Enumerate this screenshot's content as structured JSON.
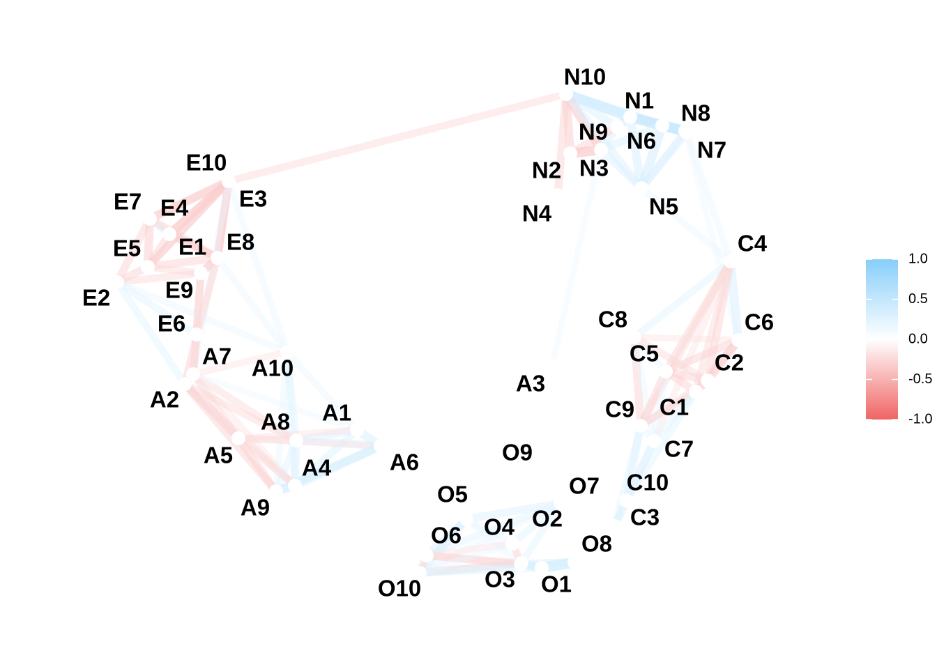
{
  "legend": {
    "ticks": [
      "1.0",
      "0.5",
      "0.0",
      "-0.5",
      "-1.0"
    ],
    "tick_values": [
      1.0,
      0.5,
      0.0,
      -0.5,
      -1.0
    ],
    "colors": {
      "positive": "#87cefa",
      "zero": "#ffffff",
      "negative": "#f06464"
    }
  },
  "nodes": [
    {
      "id": "N10",
      "label": "N10"
    },
    {
      "id": "N1",
      "label": "N1"
    },
    {
      "id": "N8",
      "label": "N8"
    },
    {
      "id": "N9",
      "label": "N9"
    },
    {
      "id": "N6",
      "label": "N6"
    },
    {
      "id": "N7",
      "label": "N7"
    },
    {
      "id": "N2",
      "label": "N2"
    },
    {
      "id": "N3",
      "label": "N3"
    },
    {
      "id": "N4",
      "label": "N4"
    },
    {
      "id": "N5",
      "label": "N5"
    },
    {
      "id": "E10",
      "label": "E10"
    },
    {
      "id": "E3",
      "label": "E3"
    },
    {
      "id": "E7",
      "label": "E7"
    },
    {
      "id": "E4",
      "label": "E4"
    },
    {
      "id": "E5",
      "label": "E5"
    },
    {
      "id": "E1",
      "label": "E1"
    },
    {
      "id": "E8",
      "label": "E8"
    },
    {
      "id": "E2",
      "label": "E2"
    },
    {
      "id": "E9",
      "label": "E9"
    },
    {
      "id": "E6",
      "label": "E6"
    },
    {
      "id": "A7",
      "label": "A7"
    },
    {
      "id": "A10",
      "label": "A10"
    },
    {
      "id": "A2",
      "label": "A2"
    },
    {
      "id": "A1",
      "label": "A1"
    },
    {
      "id": "A8",
      "label": "A8"
    },
    {
      "id": "A5",
      "label": "A5"
    },
    {
      "id": "A6",
      "label": "A6"
    },
    {
      "id": "A4",
      "label": "A4"
    },
    {
      "id": "A9",
      "label": "A9"
    },
    {
      "id": "A3",
      "label": "A3"
    },
    {
      "id": "C4",
      "label": "C4"
    },
    {
      "id": "C8",
      "label": "C8"
    },
    {
      "id": "C6",
      "label": "C6"
    },
    {
      "id": "C5",
      "label": "C5"
    },
    {
      "id": "C2",
      "label": "C2"
    },
    {
      "id": "C9",
      "label": "C9"
    },
    {
      "id": "C1",
      "label": "C1"
    },
    {
      "id": "C7",
      "label": "C7"
    },
    {
      "id": "C10",
      "label": "C10"
    },
    {
      "id": "C3",
      "label": "C3"
    },
    {
      "id": "O9",
      "label": "O9"
    },
    {
      "id": "O5",
      "label": "O5"
    },
    {
      "id": "O7",
      "label": "O7"
    },
    {
      "id": "O4",
      "label": "O4"
    },
    {
      "id": "O2",
      "label": "O2"
    },
    {
      "id": "O6",
      "label": "O6"
    },
    {
      "id": "O8",
      "label": "O8"
    },
    {
      "id": "O3",
      "label": "O3"
    },
    {
      "id": "O1",
      "label": "O1"
    },
    {
      "id": "O10",
      "label": "O10"
    }
  ],
  "edges": [
    {
      "from": "N10",
      "to": "E10",
      "weight": -0.25
    },
    {
      "from": "N10",
      "to": "N1",
      "weight": 0.5
    },
    {
      "from": "N10",
      "to": "N6",
      "weight": 0.4
    },
    {
      "from": "N10",
      "to": "N9",
      "weight": 0.3
    },
    {
      "from": "N10",
      "to": "N3",
      "weight": -0.4
    },
    {
      "from": "N10",
      "to": "N2",
      "weight": -0.35
    },
    {
      "from": "N10",
      "to": "N4",
      "weight": -0.3
    },
    {
      "from": "N10",
      "to": "N5",
      "weight": 0.3
    },
    {
      "from": "N1",
      "to": "N6",
      "weight": 0.5
    },
    {
      "from": "N1",
      "to": "N8",
      "weight": 0.45
    },
    {
      "from": "N1",
      "to": "N7",
      "weight": 0.4
    },
    {
      "from": "N1",
      "to": "N9",
      "weight": 0.4
    },
    {
      "from": "N1",
      "to": "N5",
      "weight": 0.35
    },
    {
      "from": "N6",
      "to": "N8",
      "weight": 0.5
    },
    {
      "from": "N6",
      "to": "N7",
      "weight": 0.45
    },
    {
      "from": "N6",
      "to": "N5",
      "weight": 0.4
    },
    {
      "from": "N6",
      "to": "N3",
      "weight": 0.3
    },
    {
      "from": "N8",
      "to": "N7",
      "weight": 0.4
    },
    {
      "from": "N8",
      "to": "N5",
      "weight": 0.3
    },
    {
      "from": "N7",
      "to": "N5",
      "weight": 0.3
    },
    {
      "from": "N9",
      "to": "N3",
      "weight": 0.3
    },
    {
      "from": "N2",
      "to": "N3",
      "weight": -0.45
    },
    {
      "from": "N2",
      "to": "N9",
      "weight": -0.3
    },
    {
      "from": "N3",
      "to": "N5",
      "weight": 0.3
    },
    {
      "from": "N3",
      "to": "A3",
      "weight": 0.15
    },
    {
      "from": "N5",
      "to": "C4",
      "weight": 0.2
    },
    {
      "from": "N7",
      "to": "C4",
      "weight": 0.2
    },
    {
      "from": "N8",
      "to": "C6",
      "weight": 0.15
    },
    {
      "from": "E10",
      "to": "E3",
      "weight": -0.3
    },
    {
      "from": "E10",
      "to": "E7",
      "weight": -0.35
    },
    {
      "from": "E10",
      "to": "E4",
      "weight": -0.35
    },
    {
      "from": "E10",
      "to": "E1",
      "weight": -0.3
    },
    {
      "from": "E10",
      "to": "E5",
      "weight": -0.3
    },
    {
      "from": "E3",
      "to": "E4",
      "weight": -0.35
    },
    {
      "from": "E3",
      "to": "E7",
      "weight": -0.3
    },
    {
      "from": "E3",
      "to": "E8",
      "weight": -0.3
    },
    {
      "from": "E3",
      "to": "E1",
      "weight": -0.3
    },
    {
      "from": "E3",
      "to": "E5",
      "weight": -0.3
    },
    {
      "from": "E3",
      "to": "A10",
      "weight": 0.2
    },
    {
      "from": "E3",
      "to": "A7",
      "weight": 0.2
    },
    {
      "from": "E7",
      "to": "E4",
      "weight": 0.3
    },
    {
      "from": "E7",
      "to": "E5",
      "weight": -0.35
    },
    {
      "from": "E7",
      "to": "E2",
      "weight": -0.3
    },
    {
      "from": "E7",
      "to": "E1",
      "weight": -0.3
    },
    {
      "from": "E4",
      "to": "E5",
      "weight": -0.3
    },
    {
      "from": "E4",
      "to": "E1",
      "weight": -0.3
    },
    {
      "from": "E4",
      "to": "E8",
      "weight": -0.3
    },
    {
      "from": "E5",
      "to": "E2",
      "weight": -0.3
    },
    {
      "from": "E5",
      "to": "E1",
      "weight": -0.3
    },
    {
      "from": "E5",
      "to": "E9",
      "weight": -0.25
    },
    {
      "from": "E1",
      "to": "E9",
      "weight": -0.3
    },
    {
      "from": "E1",
      "to": "E8",
      "weight": -0.3
    },
    {
      "from": "E8",
      "to": "E9",
      "weight": -0.3
    },
    {
      "from": "E8",
      "to": "E6",
      "weight": -0.25
    },
    {
      "from": "E8",
      "to": "A10",
      "weight": 0.2
    },
    {
      "from": "E2",
      "to": "E9",
      "weight": -0.25
    },
    {
      "from": "E2",
      "to": "E6",
      "weight": 0.25
    },
    {
      "from": "E2",
      "to": "A2",
      "weight": 0.25
    },
    {
      "from": "E2",
      "to": "A10",
      "weight": 0.2
    },
    {
      "from": "E9",
      "to": "E6",
      "weight": -0.3
    },
    {
      "from": "E9",
      "to": "A7",
      "weight": -0.25
    },
    {
      "from": "E6",
      "to": "A7",
      "weight": -0.3
    },
    {
      "from": "E6",
      "to": "A2",
      "weight": -0.25
    },
    {
      "from": "E1",
      "to": "A2",
      "weight": -0.2
    },
    {
      "from": "A7",
      "to": "A2",
      "weight": -0.3
    },
    {
      "from": "A7",
      "to": "A10",
      "weight": -0.2
    },
    {
      "from": "A7",
      "to": "A8",
      "weight": -0.25
    },
    {
      "from": "A7",
      "to": "A5",
      "weight": -0.25
    },
    {
      "from": "A7",
      "to": "A4",
      "weight": -0.2
    },
    {
      "from": "A7",
      "to": "A1",
      "weight": 0.15
    },
    {
      "from": "A2",
      "to": "A5",
      "weight": -0.3
    },
    {
      "from": "A2",
      "to": "A8",
      "weight": -0.25
    },
    {
      "from": "A2",
      "to": "A9",
      "weight": -0.3
    },
    {
      "from": "A2",
      "to": "A4",
      "weight": -0.25
    },
    {
      "from": "A10",
      "to": "A8",
      "weight": 0.25
    },
    {
      "from": "A10",
      "to": "A1",
      "weight": 0.2
    },
    {
      "from": "A10",
      "to": "A4",
      "weight": 0.25
    },
    {
      "from": "A10",
      "to": "A9",
      "weight": 0.2
    },
    {
      "from": "A1",
      "to": "A8",
      "weight": 0.3
    },
    {
      "from": "A1",
      "to": "A6",
      "weight": 0.35
    },
    {
      "from": "A1",
      "to": "A4",
      "weight": 0.3
    },
    {
      "from": "A1",
      "to": "A5",
      "weight": -0.2
    },
    {
      "from": "A8",
      "to": "A5",
      "weight": -0.25
    },
    {
      "from": "A8",
      "to": "A6",
      "weight": 0.3
    },
    {
      "from": "A8",
      "to": "A4",
      "weight": 0.3
    },
    {
      "from": "A8",
      "to": "A9",
      "weight": 0.25
    },
    {
      "from": "A5",
      "to": "A9",
      "weight": -0.3
    },
    {
      "from": "A5",
      "to": "A4",
      "weight": -0.25
    },
    {
      "from": "A5",
      "to": "A6",
      "weight": -0.2
    },
    {
      "from": "A6",
      "to": "A4",
      "weight": 0.35
    },
    {
      "from": "A6",
      "to": "A9",
      "weight": 0.35
    },
    {
      "from": "A4",
      "to": "A9",
      "weight": 0.4
    },
    {
      "from": "C4",
      "to": "C6",
      "weight": 0.35
    },
    {
      "from": "C4",
      "to": "C8",
      "weight": 0.25
    },
    {
      "from": "C4",
      "to": "C5",
      "weight": -0.3
    },
    {
      "from": "C4",
      "to": "C2",
      "weight": -0.3
    },
    {
      "from": "C4",
      "to": "C1",
      "weight": -0.25
    },
    {
      "from": "C4",
      "to": "C9",
      "weight": -0.25
    },
    {
      "from": "C4",
      "to": "C7",
      "weight": -0.2
    },
    {
      "from": "C6",
      "to": "C5",
      "weight": -0.3
    },
    {
      "from": "C6",
      "to": "C2",
      "weight": -0.35
    },
    {
      "from": "C6",
      "to": "C1",
      "weight": -0.3
    },
    {
      "from": "C6",
      "to": "C8",
      "weight": -0.2
    },
    {
      "from": "C8",
      "to": "C5",
      "weight": 0.2
    },
    {
      "from": "C8",
      "to": "C9",
      "weight": -0.3
    },
    {
      "from": "C8",
      "to": "C2",
      "weight": -0.25
    },
    {
      "from": "C8",
      "to": "C7",
      "weight": 0.2
    },
    {
      "from": "C5",
      "to": "C2",
      "weight": -0.3
    },
    {
      "from": "C5",
      "to": "C1",
      "weight": -0.3
    },
    {
      "from": "C5",
      "to": "C9",
      "weight": -0.3
    },
    {
      "from": "C5",
      "to": "C7",
      "weight": 0.2
    },
    {
      "from": "C2",
      "to": "C1",
      "weight": -0.3
    },
    {
      "from": "C2",
      "to": "C9",
      "weight": -0.25
    },
    {
      "from": "C1",
      "to": "C9",
      "weight": -0.25
    },
    {
      "from": "C1",
      "to": "C7",
      "weight": 0.25
    },
    {
      "from": "C1",
      "to": "C10",
      "weight": 0.25
    },
    {
      "from": "C9",
      "to": "C7",
      "weight": 0.2
    },
    {
      "from": "C9",
      "to": "C10",
      "weight": 0.3
    },
    {
      "from": "C9",
      "to": "C3",
      "weight": 0.25
    },
    {
      "from": "C7",
      "to": "C10",
      "weight": 0.3
    },
    {
      "from": "C7",
      "to": "C3",
      "weight": 0.25
    },
    {
      "from": "C10",
      "to": "C3",
      "weight": 0.3
    },
    {
      "from": "O7",
      "to": "O5",
      "weight": 0.3
    },
    {
      "from": "O7",
      "to": "O2",
      "weight": 0.25
    },
    {
      "from": "O7",
      "to": "O4",
      "weight": 0.25
    },
    {
      "from": "O7",
      "to": "O6",
      "weight": 0.25
    },
    {
      "from": "O7",
      "to": "O10",
      "weight": 0.2
    },
    {
      "from": "O5",
      "to": "O6",
      "weight": 0.3
    },
    {
      "from": "O5",
      "to": "O10",
      "weight": 0.35
    },
    {
      "from": "O5",
      "to": "O4",
      "weight": 0.2
    },
    {
      "from": "O5",
      "to": "O3",
      "weight": 0.2
    },
    {
      "from": "O6",
      "to": "O10",
      "weight": -0.3
    },
    {
      "from": "O6",
      "to": "O3",
      "weight": -0.3
    },
    {
      "from": "O6",
      "to": "O2",
      "weight": -0.25
    },
    {
      "from": "O6",
      "to": "O4",
      "weight": -0.2
    },
    {
      "from": "O10",
      "to": "O3",
      "weight": 0.35
    },
    {
      "from": "O10",
      "to": "O2",
      "weight": -0.25
    },
    {
      "from": "O10",
      "to": "O1",
      "weight": 0.25
    },
    {
      "from": "O10",
      "to": "O4",
      "weight": 0.2
    },
    {
      "from": "O4",
      "to": "O2",
      "weight": -0.25
    },
    {
      "from": "O4",
      "to": "O3",
      "weight": -0.2
    },
    {
      "from": "O2",
      "to": "O3",
      "weight": 0.3
    },
    {
      "from": "O2",
      "to": "O1",
      "weight": 0.3
    },
    {
      "from": "O3",
      "to": "O1",
      "weight": 0.35
    },
    {
      "from": "O1",
      "to": "O8",
      "weight": 0.5
    },
    {
      "from": "O3",
      "to": "O8",
      "weight": 0.35
    }
  ]
}
